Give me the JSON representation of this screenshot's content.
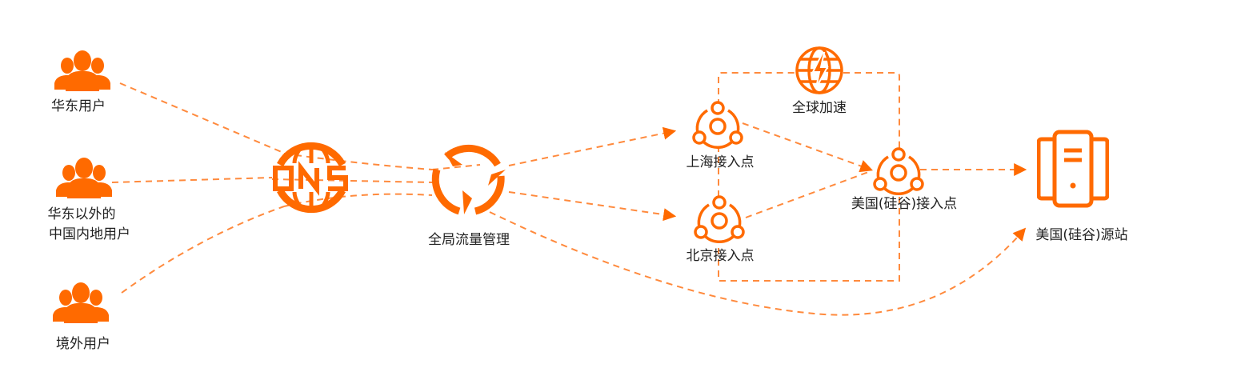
{
  "colors": {
    "accent": "#ff6a00",
    "edge": "#ff8a3d",
    "text": "#222222",
    "background": "#ffffff"
  },
  "nodes": {
    "user_east_china": {
      "label": "华东用户",
      "icon": "users-group-icon"
    },
    "user_mainland_other": {
      "label_line1": "华东以外的",
      "label_line2": "中国内地用户",
      "icon": "users-group-icon"
    },
    "user_overseas": {
      "label": "境外用户",
      "icon": "users-group-icon"
    },
    "dns": {
      "label": "",
      "icon": "dns-globe-icon",
      "glyph_text": "DNS"
    },
    "traffic_manager": {
      "label": "全局流量管理",
      "icon": "traffic-cycle-icon"
    },
    "global_acceleration": {
      "label": "全球加速",
      "icon": "globe-lightning-icon"
    },
    "shanghai_access": {
      "label": "上海接入点",
      "icon": "access-point-icon"
    },
    "beijing_access": {
      "label": "北京接入点",
      "icon": "access-point-icon"
    },
    "us_siliconvalley_access": {
      "label": "美国(硅谷)接入点",
      "icon": "access-point-icon"
    },
    "us_siliconvalley_origin": {
      "label": "美国(硅谷)源站",
      "icon": "server-icon"
    }
  },
  "edges": [
    {
      "from": "user_east_china",
      "to": "dns",
      "style": "dashed"
    },
    {
      "from": "user_mainland_other",
      "to": "dns",
      "style": "dashed"
    },
    {
      "from": "user_overseas",
      "to": "dns",
      "style": "dashed"
    },
    {
      "from": "dns",
      "to": "traffic_manager",
      "style": "dashed",
      "count": 3
    },
    {
      "from": "traffic_manager",
      "to": "shanghai_access",
      "style": "dashed",
      "arrow": true
    },
    {
      "from": "traffic_manager",
      "to": "beijing_access",
      "style": "dashed",
      "arrow": true
    },
    {
      "from": "traffic_manager",
      "to": "us_siliconvalley_origin",
      "style": "dashed-curve",
      "arrow": true
    },
    {
      "from": "shanghai_access",
      "to": "us_siliconvalley_access",
      "style": "dashed",
      "arrow": true
    },
    {
      "from": "beijing_access",
      "to": "us_siliconvalley_access",
      "style": "dashed",
      "arrow": true
    },
    {
      "from": "us_siliconvalley_access",
      "to": "us_siliconvalley_origin",
      "style": "dashed",
      "arrow": true
    }
  ],
  "groups": [
    {
      "name": "global-acceleration-boundary",
      "style": "dashed-rect",
      "members": [
        "shanghai_access",
        "beijing_access",
        "us_siliconvalley_access"
      ]
    }
  ]
}
